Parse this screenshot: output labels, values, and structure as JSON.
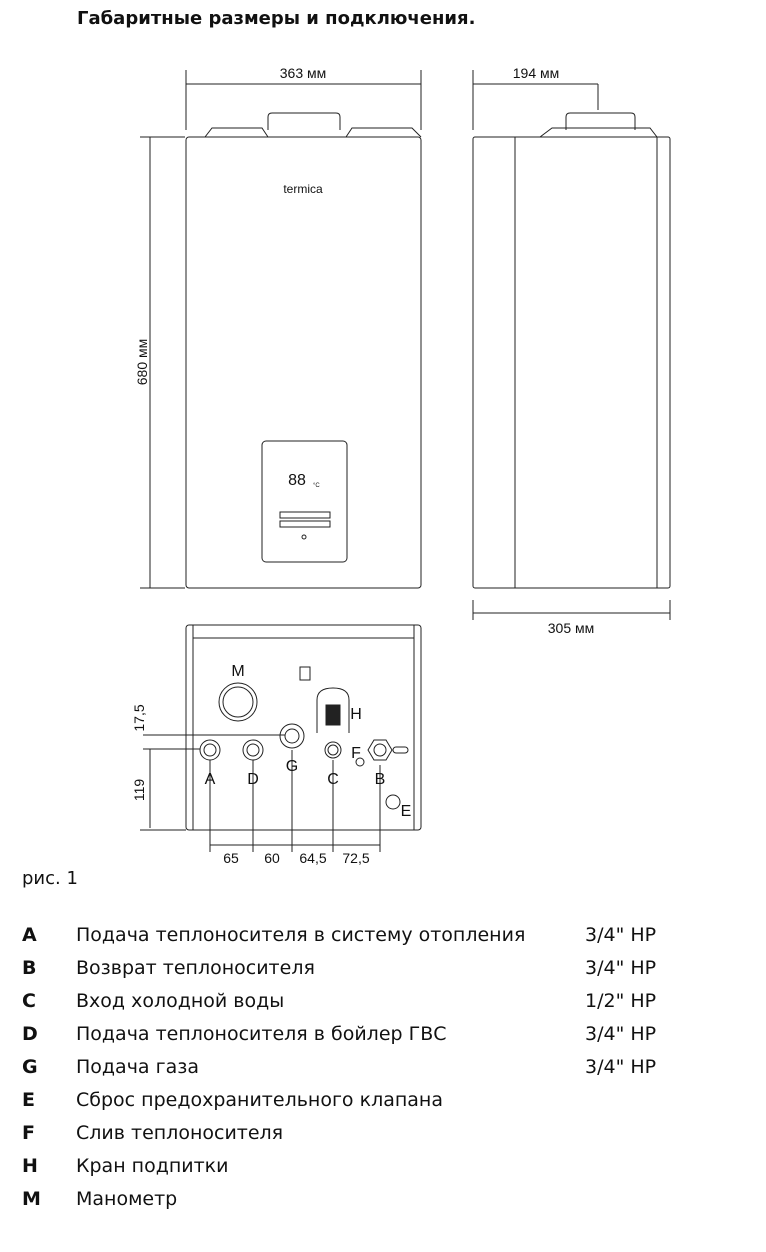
{
  "title": "Габаритные размеры и подключения.",
  "drawing": {
    "brand": "termica",
    "display": "88",
    "unit": "°C",
    "dims": {
      "width": "363 мм",
      "depth_top": "194 мм",
      "height": "680 мм",
      "depth": "305 мм",
      "d1": "17,5",
      "d2": "119",
      "s1": "65",
      "s2": "60",
      "s3": "64,5",
      "s4": "72,5"
    },
    "labels": {
      "A": "A",
      "B": "B",
      "C": "C",
      "D": "D",
      "E": "E",
      "F": "F",
      "G": "G",
      "H": "H",
      "M": "M"
    }
  },
  "caption": "рис. 1",
  "legend": [
    {
      "letter": "A",
      "desc": "Подача теплоносителя в систему отопления",
      "spec": "3/4\" НР"
    },
    {
      "letter": "B",
      "desc": "Возврат теплоносителя",
      "spec": "3/4\" НР"
    },
    {
      "letter": "C",
      "desc": "Вход холодной воды",
      "spec": "1/2\" НР"
    },
    {
      "letter": "D",
      "desc": "Подача теплоносителя в бойлер ГВС",
      "spec": "3/4\" НР"
    },
    {
      "letter": "G",
      "desc": "Подача газа",
      "spec": "3/4\" НР"
    },
    {
      "letter": "E",
      "desc": "Сброс предохранительного клапана",
      "spec": ""
    },
    {
      "letter": "F",
      "desc": "Слив теплоносителя",
      "spec": ""
    },
    {
      "letter": "H",
      "desc": "Кран подпитки",
      "spec": ""
    },
    {
      "letter": "M",
      "desc": "Манометр",
      "spec": ""
    }
  ]
}
